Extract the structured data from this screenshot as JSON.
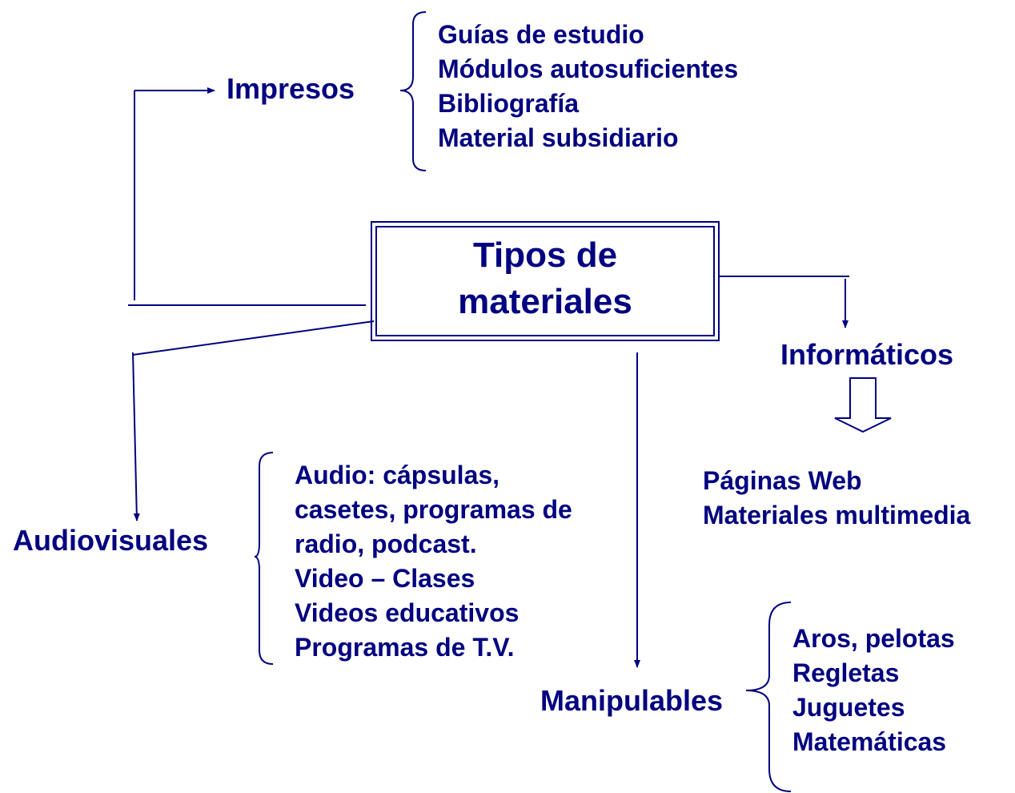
{
  "title": {
    "line1": "Tipos de",
    "line2": "materiales"
  },
  "categories": {
    "impresos": "Impresos",
    "audiovisuales": "Audiovisuales",
    "manipulables": "Manipulables",
    "informaticos": "Informáticos"
  },
  "impresos_items": [
    "Guías de estudio",
    "Módulos autosuficientes",
    "Bibliografía",
    "Material subsidiario"
  ],
  "audiovisuales_items": [
    "Audio: cápsulas,",
    "casetes, programas de",
    "radio, podcast.",
    "Video – Clases",
    "Videos educativos",
    "Programas de T.V."
  ],
  "informaticos_items": [
    "Páginas Web",
    "Materiales multimedia"
  ],
  "manipulables_items": [
    "Aros, pelotas",
    "Regletas",
    "Juguetes",
    "Matemáticas"
  ],
  "colors": {
    "ink": "#000080"
  }
}
